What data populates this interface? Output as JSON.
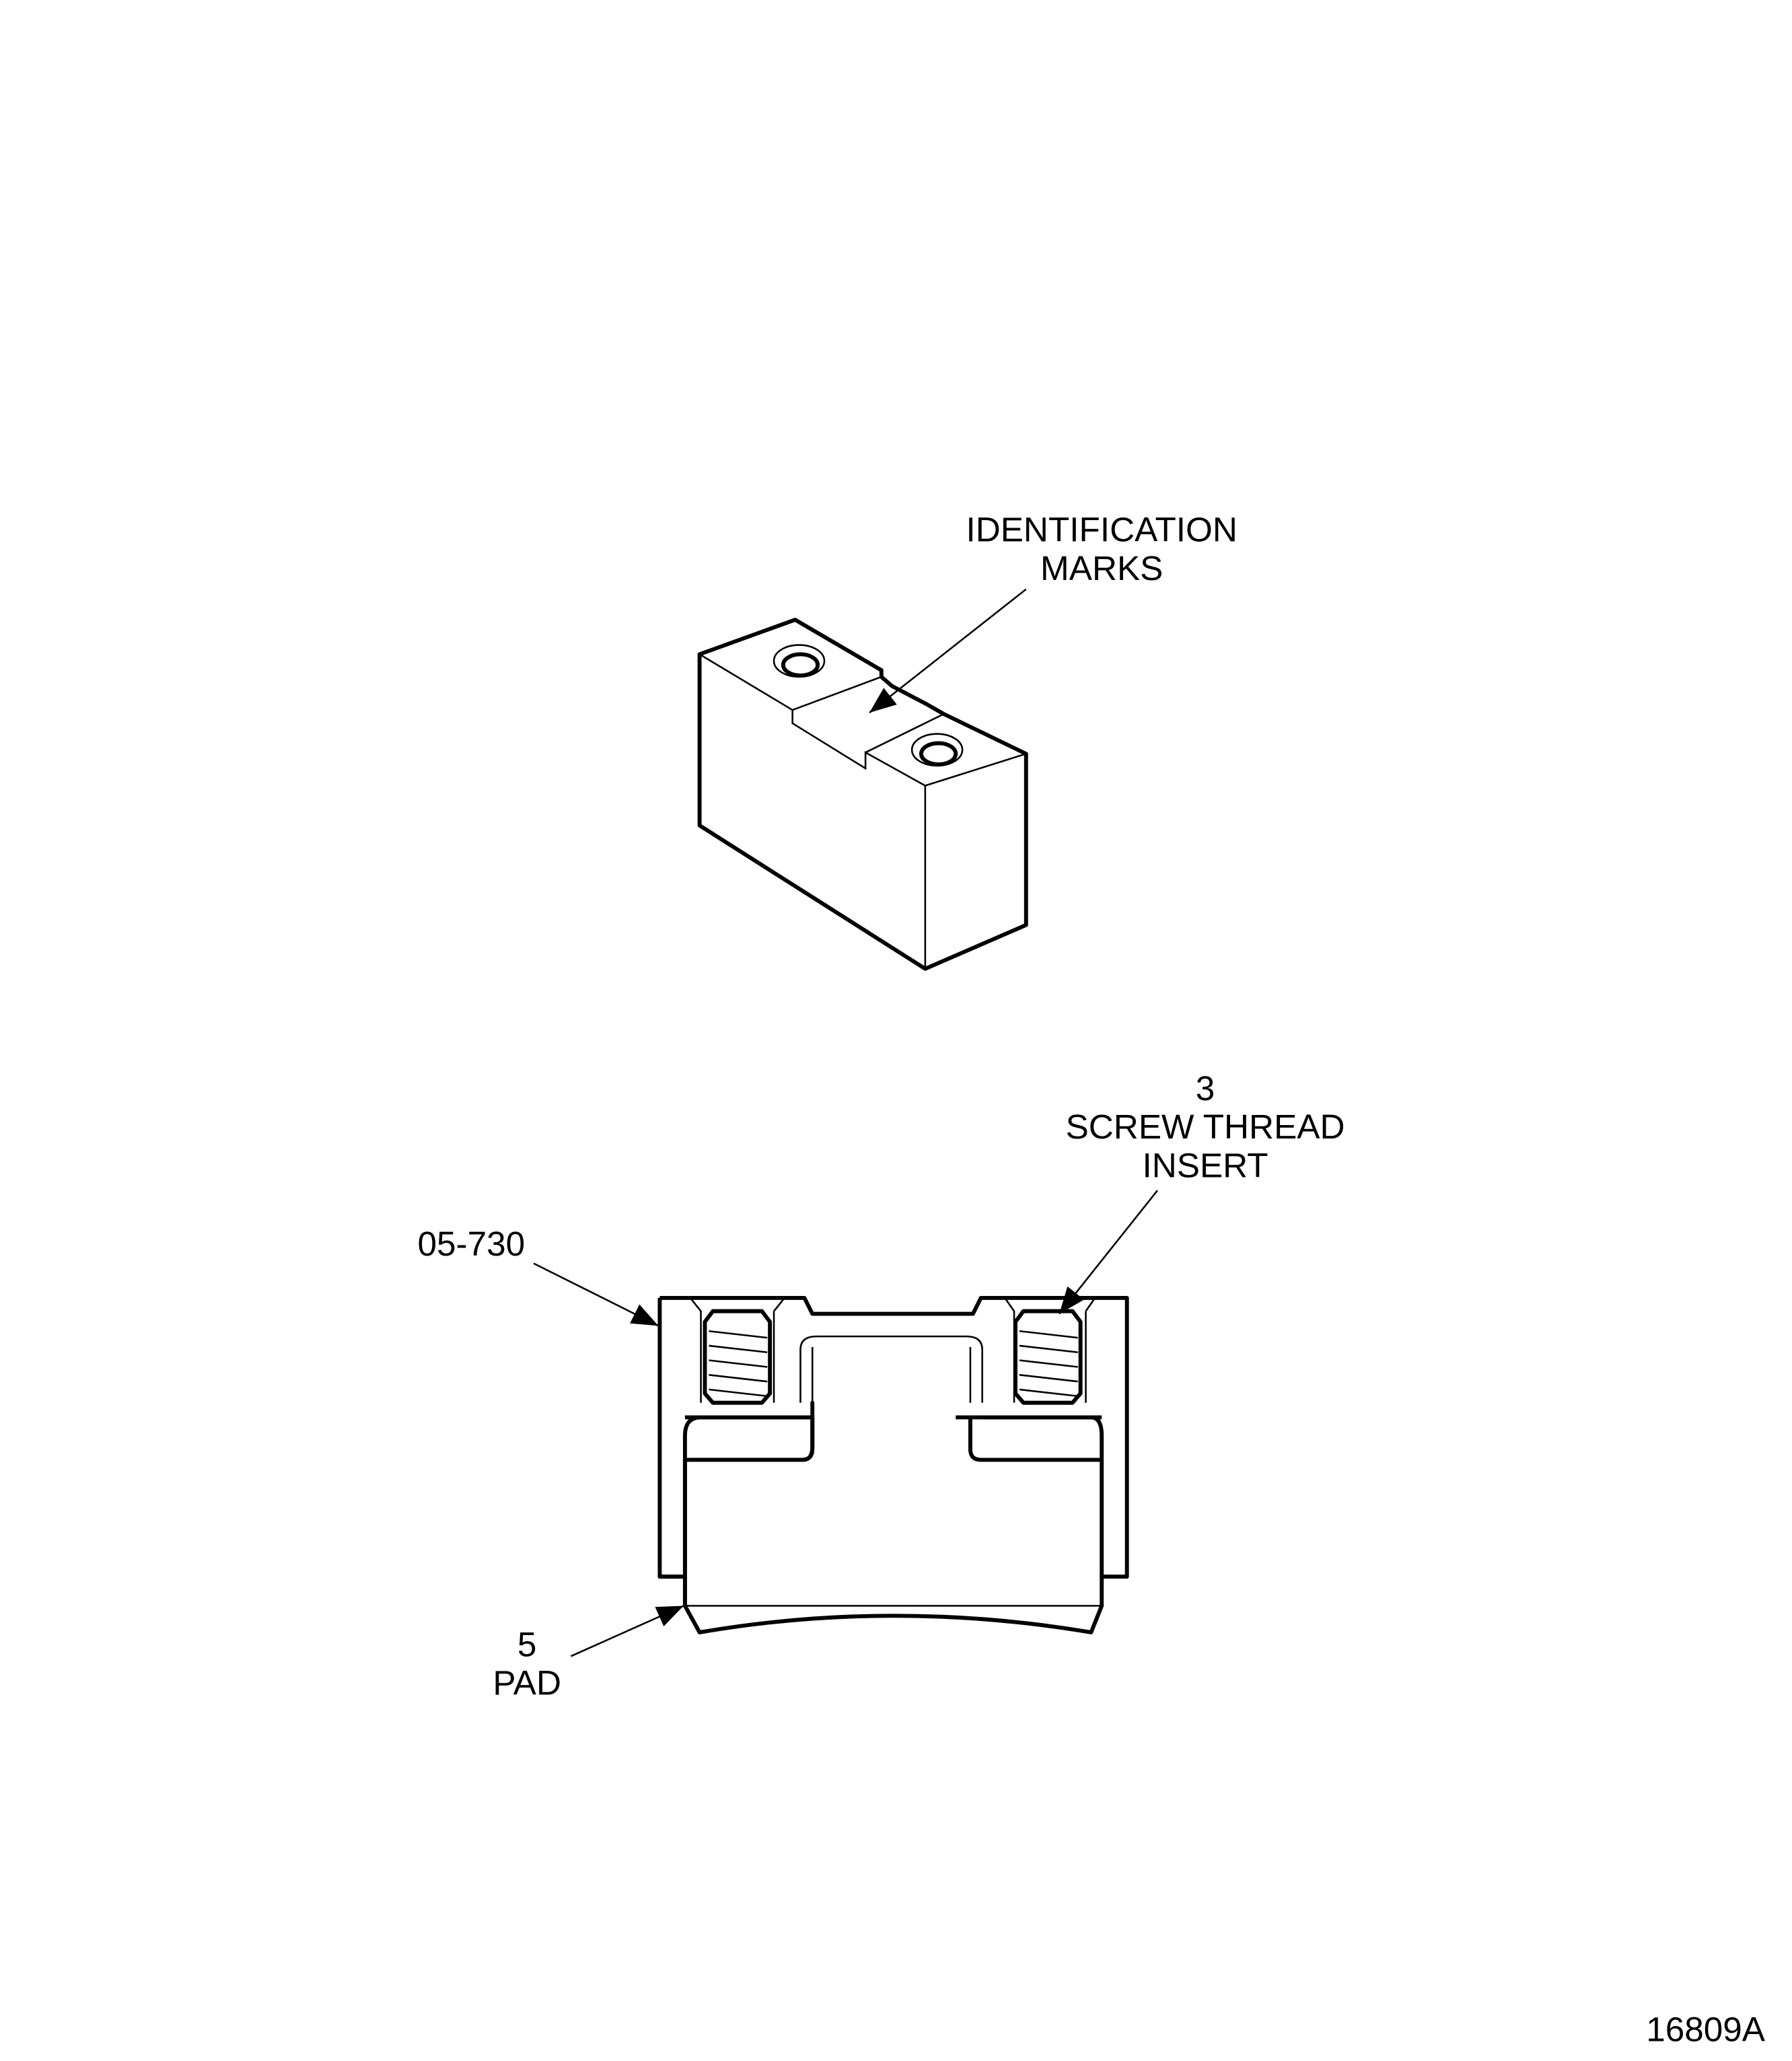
{
  "labels": {
    "identification_line1": "IDENTIFICATION",
    "identification_line2": "MARKS",
    "insert_number": "3",
    "insert_line1": "SCREW THREAD",
    "insert_line2": "INSERT",
    "body_part_number": "05-730",
    "pad_number": "5",
    "pad_label": "PAD",
    "figure_number": "16809A"
  },
  "colors": {
    "line": "#000000",
    "background": "#ffffff"
  }
}
